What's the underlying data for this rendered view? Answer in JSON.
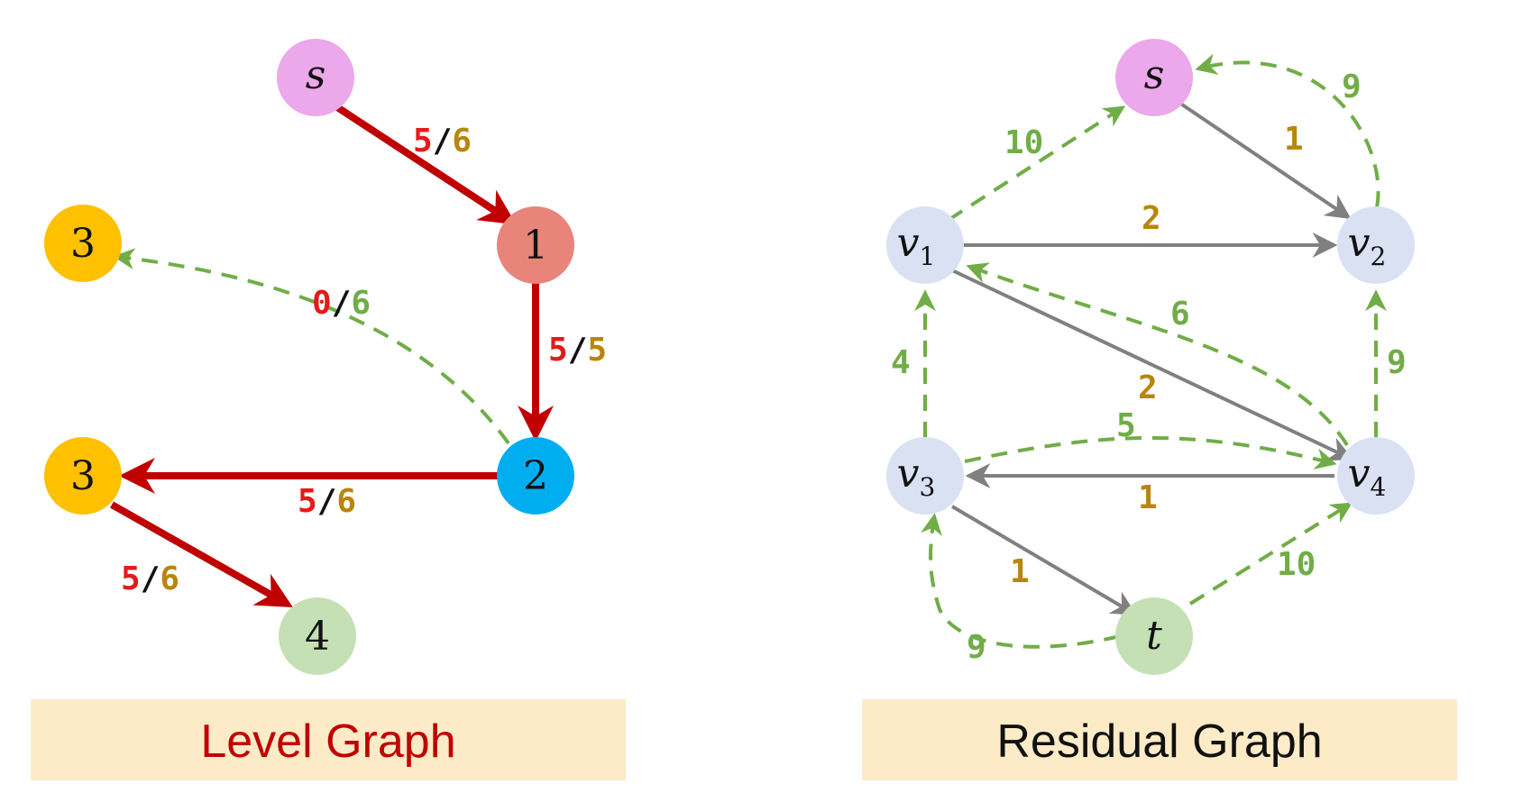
{
  "colors": {
    "flow_red": "#c00000",
    "flow_count_red": "#e31b1b",
    "capacity_gold": "#b8860b",
    "dashed_green": "#70ad47",
    "residual_gray": "#808080",
    "caption_bg": "#fdebc8",
    "level_caption_text": "#c00000",
    "residual_caption_text": "#111111",
    "node_s": "#eba8ea",
    "node_1": "#e8847a",
    "node_2": "#00aeef",
    "node_3": "#ffc000",
    "node_4": "#c5e0b4",
    "node_v": "#d9e1f2",
    "node_t": "#c5e0b4"
  },
  "level_graph": {
    "caption": "Level Graph",
    "nodes": {
      "s": "s",
      "n1": "1",
      "n2": "2",
      "n3_top": "3",
      "n3_bottom": "3",
      "n4": "4"
    },
    "edges": {
      "s_1": {
        "flow": "5",
        "sep": "/",
        "cap": "6"
      },
      "n1_2": {
        "flow": "5",
        "sep": "/",
        "cap": "5"
      },
      "n2_3top": {
        "flow": "0",
        "sep": "/",
        "cap": "6"
      },
      "n2_3bottom": {
        "flow": "5",
        "sep": "/",
        "cap": "6"
      },
      "n3_4": {
        "flow": "5",
        "sep": "/",
        "cap": "6"
      }
    }
  },
  "residual_graph": {
    "caption": "Residual Graph",
    "nodes": {
      "s": "s",
      "v1": {
        "base": "v",
        "sub": "1"
      },
      "v2": {
        "base": "v",
        "sub": "2"
      },
      "v3": {
        "base": "v",
        "sub": "3"
      },
      "v4": {
        "base": "v",
        "sub": "4"
      },
      "t": "t"
    },
    "edges": {
      "s_v2": "1",
      "v2_s": "9",
      "v1_s": "10",
      "v1_v2": "2",
      "v1_v4": "2",
      "v4_v1": "6",
      "v3_v1": "4",
      "v4_v2": "9",
      "v3_v4": "5",
      "v4_v3": "1",
      "v3_t": "1",
      "t_v3": "9",
      "t_v4": "10"
    }
  }
}
